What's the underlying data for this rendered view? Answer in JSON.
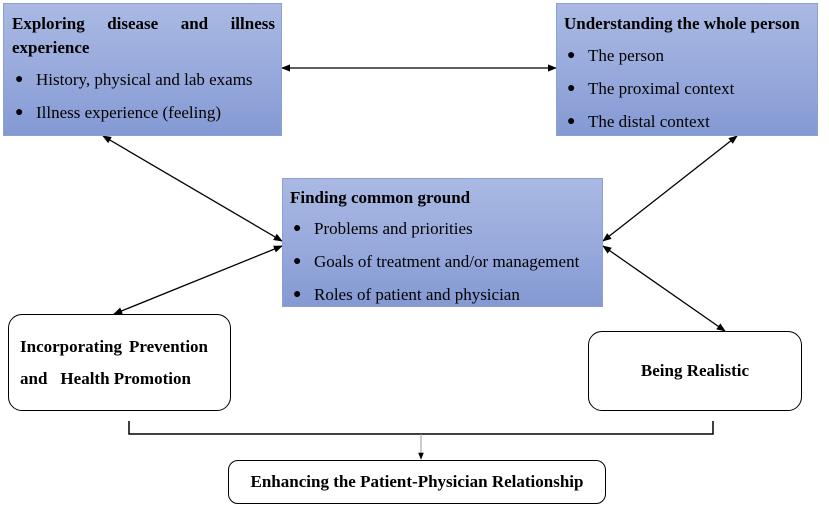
{
  "exploring": {
    "title_line1": "Exploring disease and illness",
    "title_line2": "experience",
    "items": [
      "History, physical and lab exams",
      "Illness experience (feeling)"
    ]
  },
  "understanding": {
    "title": "Understanding the whole person",
    "items": [
      "The person",
      "The proximal context",
      "The distal context"
    ]
  },
  "common_ground": {
    "title": "Finding common ground",
    "items": [
      "Problems and priorities",
      "Goals of treatment and/or management",
      "Roles of patient and physician"
    ]
  },
  "prevention": {
    "line1": "Incorporating Prevention",
    "line2": "and Health Promotion"
  },
  "realistic": {
    "label": "Being Realistic"
  },
  "relationship": {
    "label": "Enhancing the Patient-Physician Relationship"
  },
  "colors": {
    "box_fill_top": "#aab9e3",
    "box_fill_bottom": "#8499d3",
    "line": "#000000"
  }
}
